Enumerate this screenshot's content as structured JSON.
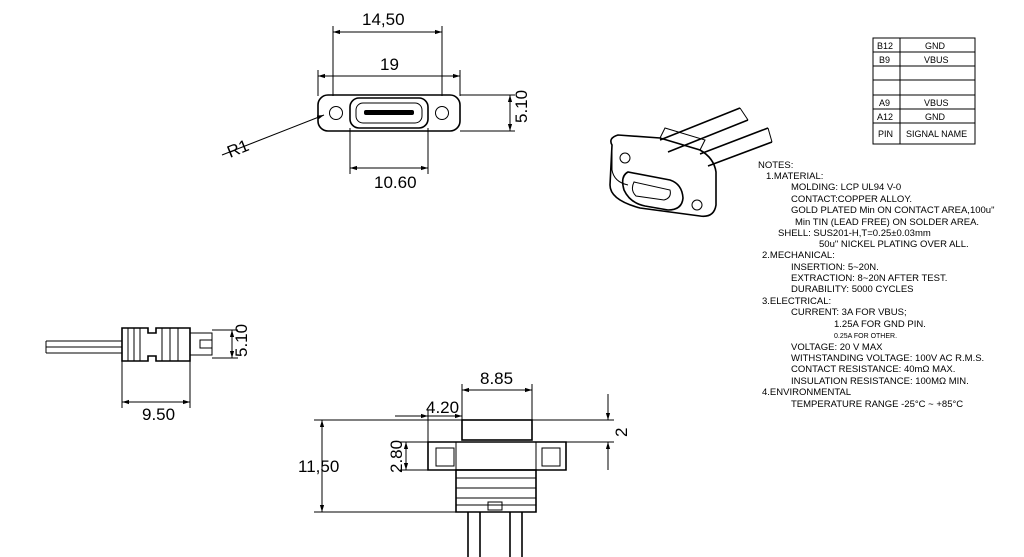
{
  "front_view": {
    "dim_width_top": "14,50",
    "dim_width_holes": "19",
    "dim_height": "5.10",
    "dim_radius": "R1",
    "dim_width_bottom": "10.60"
  },
  "side_view": {
    "dim_height": "5.10",
    "dim_length": "9.50"
  },
  "bottom_view": {
    "dim_flange": "8.85",
    "dim_step": "4.20",
    "dim_height_total": "11,50",
    "dim_flange_height": "2.80",
    "dim_thickness": "2"
  },
  "pin_table": {
    "rows": [
      {
        "pin": "B12",
        "signal": "GND"
      },
      {
        "pin": "B9",
        "signal": "VBUS"
      },
      {
        "pin": "",
        "signal": ""
      },
      {
        "pin": "",
        "signal": ""
      },
      {
        "pin": "A9",
        "signal": "VBUS"
      },
      {
        "pin": "A12",
        "signal": "GND"
      },
      {
        "pin": "PIN",
        "signal": "SIGNAL NAME"
      }
    ]
  },
  "notes": [
    "NOTES:",
    "1.MATERIAL:",
    "MOLDING: LCP UL94 V-0",
    "CONTACT:COPPER ALLOY.",
    "GOLD PLATED Min ON CONTACT AREA,100u\"",
    "Min TIN (LEAD FREE) ON SOLDER AREA.",
    "SHELL:  SUS201-H,T=0.25±0.03mm",
    "50u\" NICKEL PLATING OVER ALL.",
    "2.MECHANICAL:",
    "INSERTION: 5~20N.",
    "EXTRACTION: 8~20N AFTER TEST.",
    "DURABILITY:  5000 CYCLES",
    "3.ELECTRICAL:",
    "CURRENT:  3A FOR VBUS;",
    "1.25A FOR GND PIN.",
    "0.25A FOR OTHER.",
    "VOLTAGE: 20 V MAX",
    "WITHSTANDING VOLTAGE: 100V AC R.M.S.",
    "CONTACT RESISTANCE: 40mΩ MAX.",
    "INSULATION RESISTANCE: 100MΩ MIN.",
    "4.ENVIRONMENTAL",
    "TEMPERATURE RANGE -25°C ~ +85°C"
  ]
}
